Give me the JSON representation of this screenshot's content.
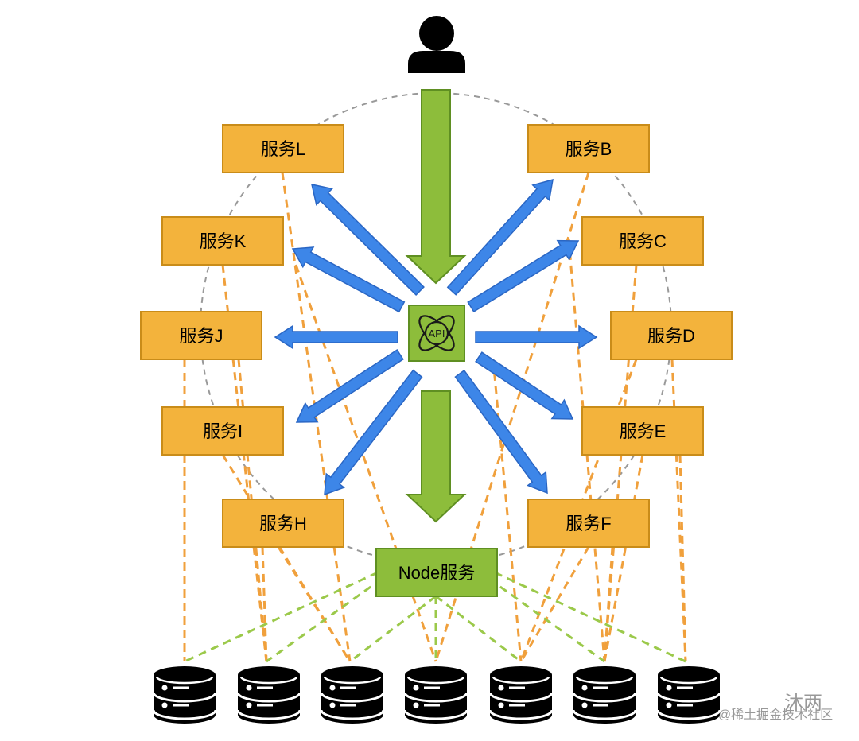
{
  "services": [
    {
      "id": "L",
      "label": "服务L"
    },
    {
      "id": "B",
      "label": "服务B"
    },
    {
      "id": "K",
      "label": "服务K"
    },
    {
      "id": "C",
      "label": "服务C"
    },
    {
      "id": "J",
      "label": "服务J"
    },
    {
      "id": "D",
      "label": "服务D"
    },
    {
      "id": "I",
      "label": "服务I"
    },
    {
      "id": "E",
      "label": "服务E"
    },
    {
      "id": "H",
      "label": "服务H"
    },
    {
      "id": "F",
      "label": "服务F"
    }
  ],
  "api_gateway": {
    "label": "API"
  },
  "node_service": {
    "label": "Node服务"
  },
  "databases_count": 7,
  "colors": {
    "service_fill": "#f3b33c",
    "service_stroke": "#c98c19",
    "green": "#8dbd3b",
    "green_stroke": "#5f8f22",
    "blue_arrow": "#3d86e8",
    "orange_dash": "#f0a03c",
    "green_dash": "#9bc94a",
    "circle_dash": "#999999"
  },
  "watermark": {
    "line1": "沐两",
    "line2": "@稀土掘金技术社区"
  }
}
